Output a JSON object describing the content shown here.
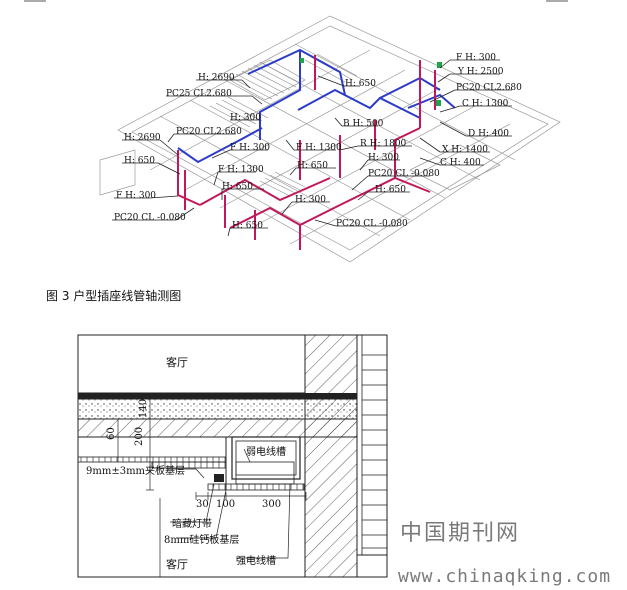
{
  "figure3": {
    "caption": "图 3 户型插座线管轴测图",
    "labels": {
      "fh300_top": "F H: 300",
      "yh2500": "Y H: 2500",
      "pc20_cl2680_r": "PC20 CL2.680",
      "ch1300": "C H: 1300",
      "dh400": "D H: 400",
      "xh1400": "X H: 1400",
      "ch400": "C H: 400",
      "h2690_top": "H: 2690",
      "pc25_cl2680": "PC25 CL2.680",
      "h300_a": "H: 300",
      "h650_a": "H: 650",
      "bh500": "B H: 500",
      "rh1800": "R H: 1800",
      "h2690_l": "H: 2690",
      "pc20_cl2680_l": "PC20 CL2.680",
      "fh300_m": "F H: 300",
      "fh1300_a": "F H: 1300",
      "h650_b": "H: 650",
      "h300_b": "H: 300",
      "pc20_cl_m0080_r": "PC20 CL -0.080",
      "h650_c": "H: 650",
      "fh1300_b": "F H: 1300",
      "h650_d": "H: 650",
      "fh300_l": "F H: 300",
      "h300_c": "H: 300",
      "pc20_cl_m0080_l": "PC20 CL -0.080",
      "h650_e": "H: 650",
      "pc20_cl_m0080_b": "PC20 CL -0.080"
    }
  },
  "section": {
    "room_top": "客厅",
    "room_bottom": "客厅",
    "weak_trough": "弱电线槽",
    "strong_trough": "强电线槽",
    "plywood": "9mm±3mm夹板基层",
    "hidden_light": "暗藏灯带",
    "calcium_board": "8mm硅钙板基层",
    "dim_30": "30",
    "dim_100": "100",
    "dim_300": "300",
    "dim_200": "200",
    "dim_140": "140",
    "dim_60": "60"
  },
  "watermark": {
    "cn": "中国期刊网",
    "url": "www.chinaqking.com"
  }
}
